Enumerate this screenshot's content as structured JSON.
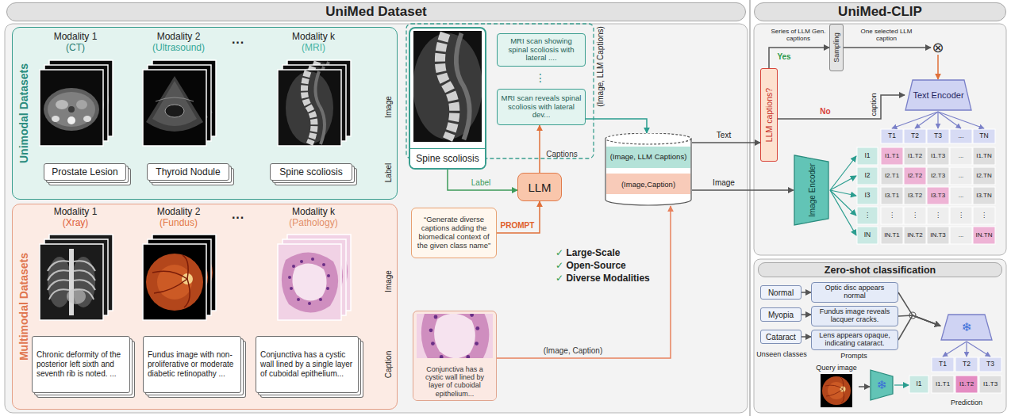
{
  "diagram": {
    "nodes": [
      {
        "text": [
          "UniMed Dataset"
        ]
      },
      {
        "text": [
          "UniMed-CLIP"
        ]
      },
      {
        "text": [
          "Unimodal Datasets"
        ]
      },
      {
        "text": [
          "Prostate Lesion"
        ],
        "in": 2
      },
      {
        "text": [
          "Thyroid Nodule"
        ],
        "in": 2
      },
      {
        "text": [
          "Spine scoliosis"
        ],
        "in": 2
      },
      {
        "text": [
          "Multimodal Datasets"
        ]
      },
      {
        "text": [
          "Chronic deformity of the posterior left sixth and seventh rib is noted. ..."
        ],
        "in": 6
      },
      {
        "text": [
          "Fundus image with non-proliferative or moderate diabetic retinopathy ..."
        ],
        "in": 6
      },
      {
        "text": [
          "Conjunctiva has a cystic wall lined by a single layer of cuboidal epithelium..."
        ],
        "in": 6
      },
      {
        "text": [
          "Spine scoliosis"
        ]
      },
      {
        "text": [
          "MRI scan showing spinal scoliosis with lateral ...."
        ]
      },
      {
        "text": [
          "MRI scan reveals spinal scoliosis with lateral dev..."
        ]
      },
      {
        "text": [
          "LLM"
        ]
      },
      {
        "text": [
          "“Generate diverse captions adding the biomedical context of the given class name”"
        ]
      },
      {
        "text": [
          "(Image, LLM Captions)",
          "(Image,Caption)"
        ]
      },
      {
        "text": [
          "Conjunctiva has a cystic wall lined by layer of cuboidal epithelium..."
        ]
      },
      {
        "text": [
          "LLM captions?"
        ]
      },
      {
        "text": [
          "Sampling"
        ]
      },
      {
        "text": [
          "⊗"
        ]
      },
      {
        "text": [
          "Text Encoder"
        ]
      },
      {
        "text": [
          "Image Encoder"
        ]
      },
      {
        "text": [
          "Zero-shot classification"
        ]
      },
      {
        "text": [
          "Normal"
        ]
      },
      {
        "text": [
          "Myopia"
        ]
      },
      {
        "text": [
          "Cataract"
        ]
      },
      {
        "text": [
          "Optic disc appears normal"
        ]
      },
      {
        "text": [
          "Fundus image reveals lacquer cracks."
        ]
      },
      {
        "text": [
          "Lens appears opaque, indicating cataract."
        ]
      },
      {
        "text": [
          "❄"
        ]
      },
      {
        "text": [
          "❄"
        ]
      },
      {
        "text": [
          "Query image"
        ]
      }
    ],
    "edges": [
      {
        "from": 10,
        "to": 13,
        "arrow": "to",
        "label": "Label"
      },
      {
        "from": 14,
        "to": 13,
        "arrow": "to",
        "label": "PROMPT"
      },
      {
        "from": 13,
        "to": 12,
        "arrow": "to",
        "label": "Captions"
      },
      {
        "from": 12,
        "to": 15,
        "arrow": "to"
      },
      {
        "from": 16,
        "to": 15,
        "arrow": "to",
        "label": "(Image, Caption)"
      },
      {
        "from": 15,
        "to": 17,
        "arrow": "to",
        "label": "Text"
      },
      {
        "from": 15,
        "to": 21,
        "arrow": "to",
        "label": "Image"
      },
      {
        "from": 17,
        "to": 18,
        "arrow": "to",
        "label": "Yes"
      },
      {
        "from": 18,
        "to": 19,
        "arrow": "to",
        "label": "One selected LLM caption"
      },
      {
        "from": 17,
        "to": 20,
        "arrow": "to",
        "label": "No"
      },
      {
        "from": 19,
        "to": 20,
        "arrow": "to"
      },
      {
        "from": 23,
        "to": 26,
        "arrow": "to"
      },
      {
        "from": 24,
        "to": 27,
        "arrow": "to"
      },
      {
        "from": 25,
        "to": 28,
        "arrow": "to"
      },
      {
        "from": 26,
        "to": 29,
        "arrow": "to"
      },
      {
        "from": 27,
        "to": 29,
        "arrow": "to"
      },
      {
        "from": 28,
        "to": 29,
        "arrow": "to"
      },
      {
        "from": 31,
        "to": 30,
        "arrow": "to"
      }
    ],
    "labels": [
      "Modality 1",
      "(CT)",
      "Modality 2",
      "(Ultrasound)",
      "···",
      "Modality k",
      "(MRI)",
      "Image",
      "Label",
      "Modality 1",
      "(Xray)",
      "Modality 2",
      "(Fundus)",
      "···",
      "Modality k",
      "(Pathology)",
      "Image",
      "Caption",
      "⋮",
      "(Image, LLM Captions)",
      "✓ Large-Scale",
      "✓ Open-Source",
      "✓ Diverse Modalities",
      "Series of LLM Gen. captions",
      "caption",
      "T1",
      "T2",
      "T3",
      "...",
      "TN",
      "I1",
      "I2",
      "I3",
      "⋮",
      "IN",
      "I1.T1",
      "I1.T2",
      "I1.T3",
      "...",
      "I1.TN",
      "I2.T1",
      "I2.T2",
      "I2.T3",
      "...",
      "I2.TN",
      "I3.T1",
      "I3.T2",
      "I3.T3",
      "...",
      "I3.TN",
      "⋮",
      "⋮",
      "⋮",
      "⋮",
      "⋮",
      "IN.T1",
      "IN.T2",
      "IN.T3",
      "...",
      "IN.TN",
      "Unseen classes",
      "Prompts",
      "T1",
      "T2",
      "T3",
      "I1",
      "I1.T1",
      "I1.T2",
      "I1.T3",
      "Prediction"
    ]
  }
}
